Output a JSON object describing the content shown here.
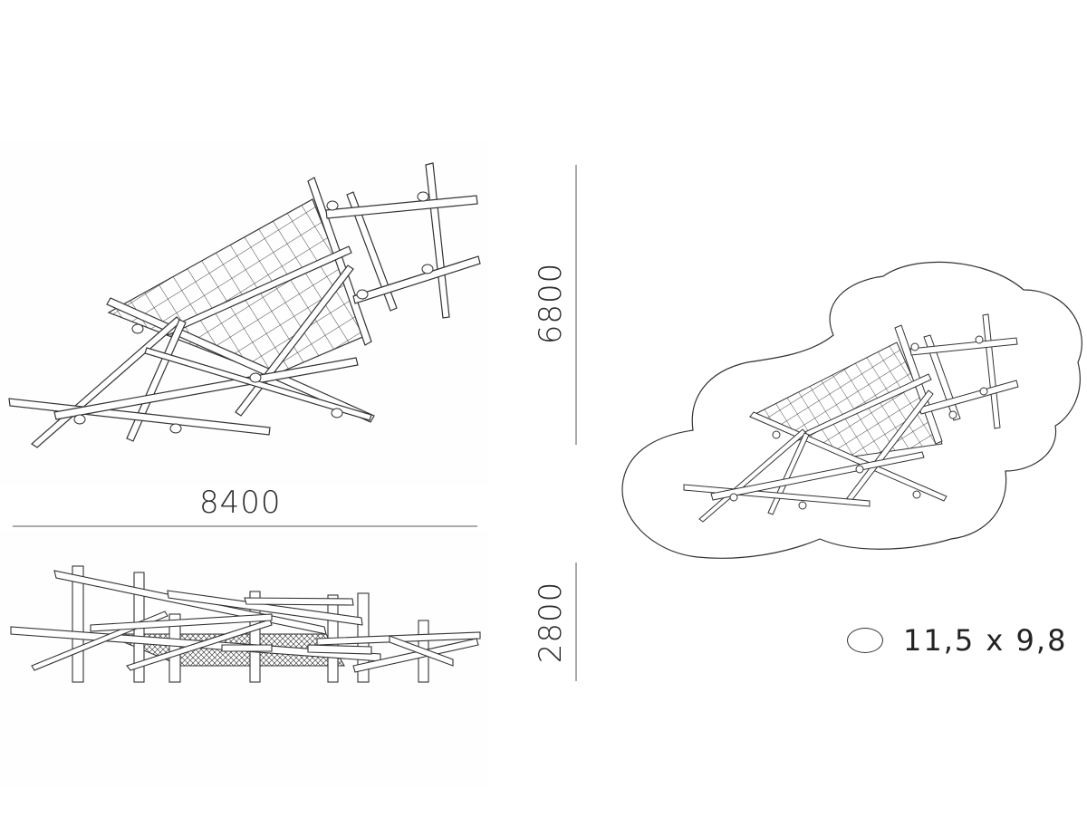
{
  "dimensions": {
    "width": "8400",
    "length": "6800",
    "height": "2800"
  },
  "safety_area": {
    "label": "11,5 x 9,8",
    "icon": "safety-area-ellipse-icon"
  },
  "colors": {
    "line": "#333333",
    "background": "#ffffff"
  }
}
